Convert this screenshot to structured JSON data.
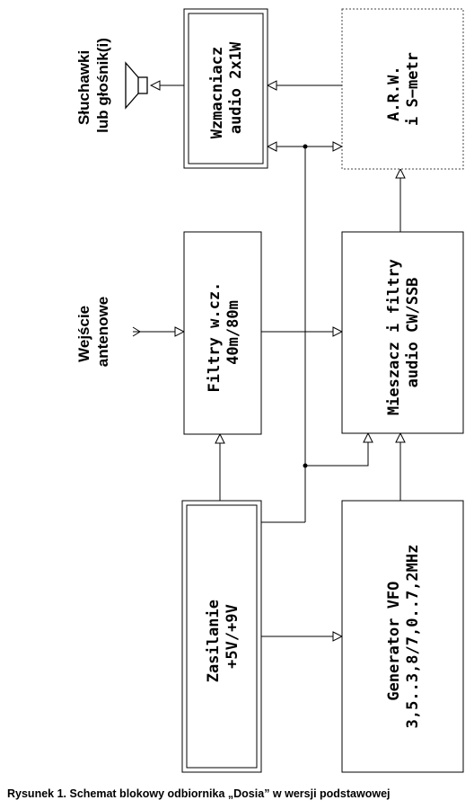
{
  "blocks": {
    "amplifier": [
      "Wzmacniacz",
      "audio 2x1W"
    ],
    "agc": [
      "A.R.W.",
      "i S−metr"
    ],
    "filters": [
      "Filtry w.cz.",
      "40m/80m"
    ],
    "mixer": [
      "Mieszacz i filtry",
      "audio CW/SSB"
    ],
    "power": [
      "Zasilanie",
      "+5V/+9V"
    ],
    "vfo": [
      "Generator VFO",
      "3,5..3,8/7,0..7,2MHz"
    ]
  },
  "side_labels": {
    "headphones": [
      "Słuchawki",
      "lub głośnik(i)"
    ],
    "antenna": [
      "Wejście",
      "antenowe"
    ]
  },
  "caption": "Rysunek 1. Schemat blokowy odbiornika „Dosia” w wersji podstawowej"
}
